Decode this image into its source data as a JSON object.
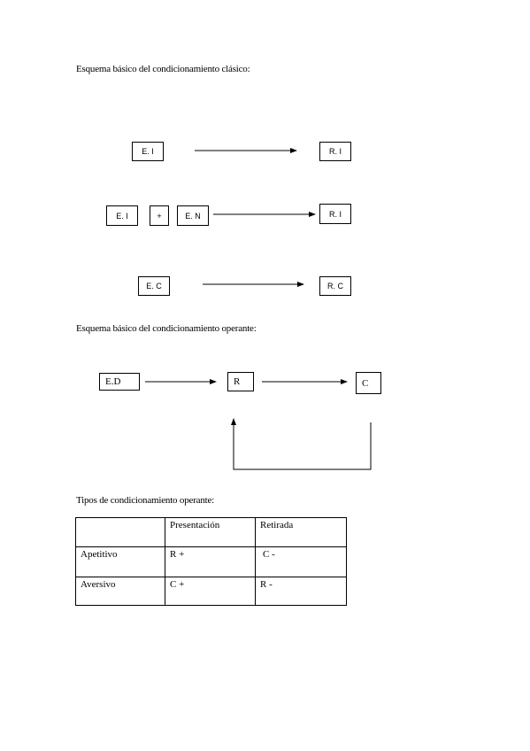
{
  "classical": {
    "heading": "Esquema básico del condicionamiento clásico:",
    "row1": {
      "stimulus": "E. I",
      "response": "R. I"
    },
    "row2": {
      "stimulus_a": "E. I",
      "plus": "+",
      "stimulus_b": "E. N",
      "response": "R. I"
    },
    "row3": {
      "stimulus": "E. C",
      "response": "R. C"
    }
  },
  "operant": {
    "heading": "Esquema básico del condicionamiento operante:",
    "stimulus": "E.D",
    "response": "R",
    "consequence": "C"
  },
  "types": {
    "heading": "Tipos de condicionamiento operante:",
    "columns": [
      "",
      "Presentación",
      "Retirada"
    ],
    "rows": [
      [
        "Apetitivo",
        "R +",
        "C -"
      ],
      [
        "Aversivo",
        "C +",
        "R -"
      ]
    ]
  }
}
